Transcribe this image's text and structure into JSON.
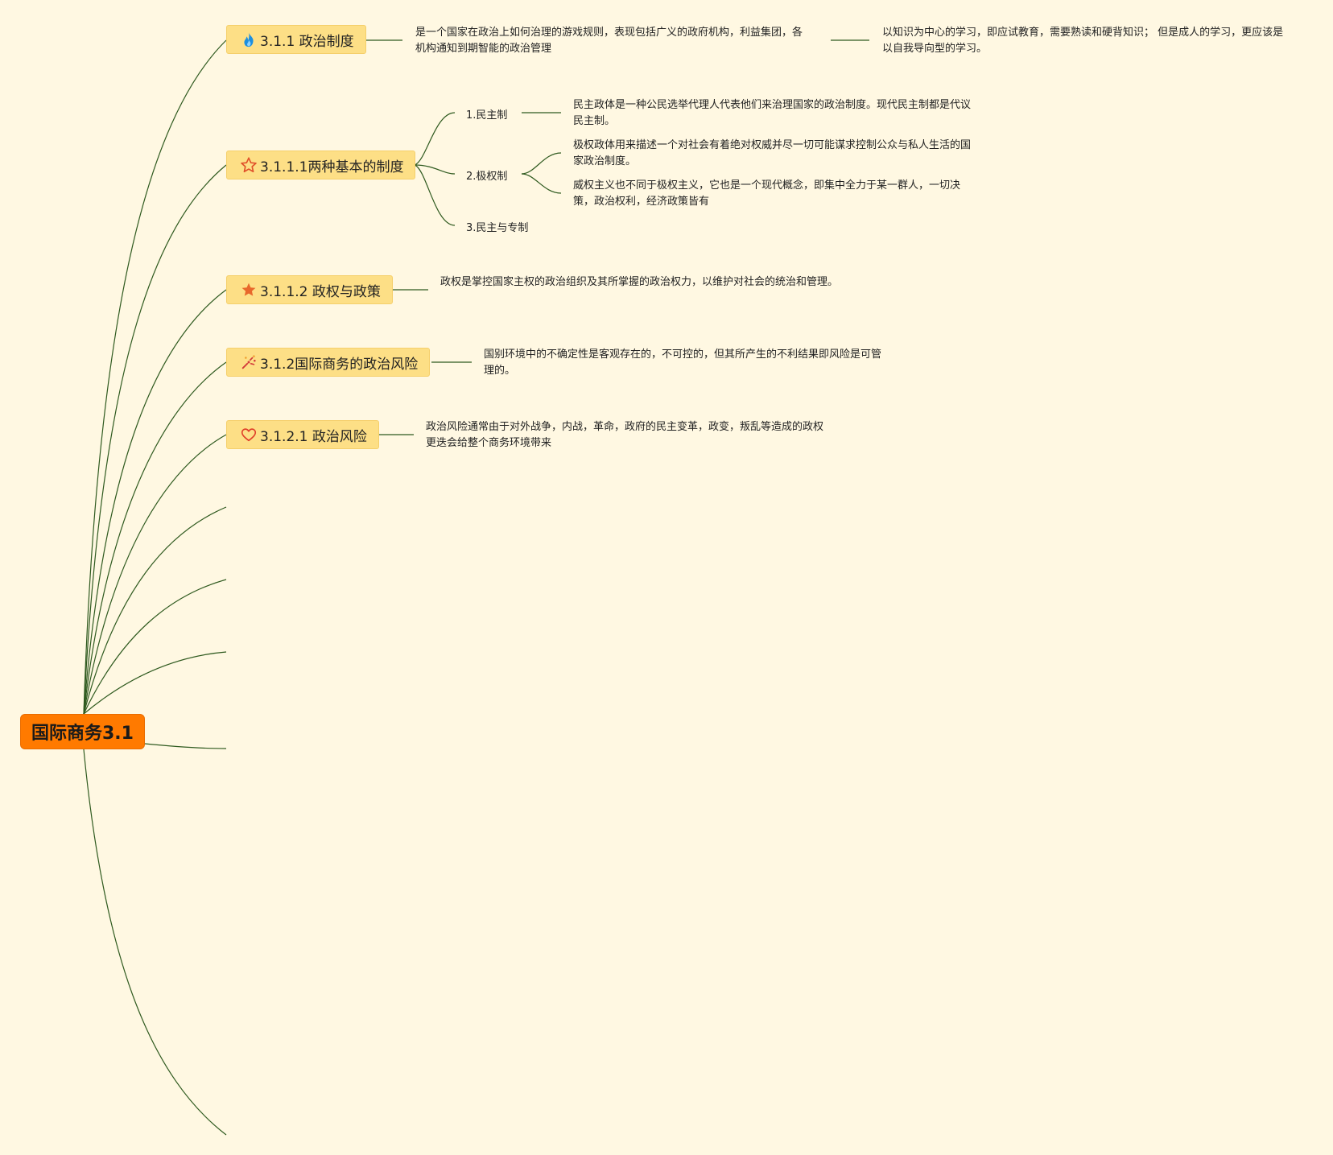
{
  "central": {
    "label": "国际商务3.1"
  },
  "topics": [
    {
      "label": "3.1.1 政治制度",
      "icon": "flame-icon"
    },
    {
      "label": "3.1.1.1两种基本的制度",
      "icon": "star-outline-icon"
    },
    {
      "label": "3.1.1.2 政权与政策",
      "icon": "star-filled-icon"
    },
    {
      "label": "3.1.2国际商务的政治风险",
      "icon": "party-icon"
    },
    {
      "label": "3.1.2.1 政治风险",
      "icon": "heart-icon"
    }
  ],
  "notes": {
    "t1_a": "是一个国家在政治上如何治理的游戏规则，表现包括广义的政府机构，利益集团，各机构通知到期智能的政治管理",
    "t1_b": "以知识为中心的学习，即应试教育，需要熟读和硬背知识；  但是成人的学习，更应该是以自我导向型的学习。",
    "t2_democracy": "民主政体是一种公民选举代理人代表他们来治理国家的政治制度。现代民主制都是代议民主制。",
    "t2_totalitarian_a": "极权政体用来描述一个对社会有着绝对权威并尽一切可能谋求控制公众与私人生活的国家政治制度。",
    "t2_totalitarian_b": "威权主义也不同于极权主义，它也是一个现代概念，即集中全力于某一群人，一切决策，政治权利，经济政策皆有",
    "t3": "政权是掌控国家主权的政治组织及其所掌握的政治权力，以维护对社会的统治和管理。",
    "t4": "国别环境中的不确定性是客观存在的，不可控的，但其所产生的不利结果即风险是可管理的。",
    "t5": "政治风险通常由于对外战争，内战，革命，政府的民主变革，政变，叛乱等造成的政权更迭会给整个商务环境带来"
  },
  "subtopics": {
    "democracy": "1.民主制",
    "totalitarian": "2.极权制",
    "democracy_vs_autocracy": "3.民主与专制"
  },
  "colors": {
    "background": "#fff8e2",
    "central_fill": "#ff7a00",
    "topic_fill": "#fddf86",
    "line": "#2f5a1f"
  }
}
